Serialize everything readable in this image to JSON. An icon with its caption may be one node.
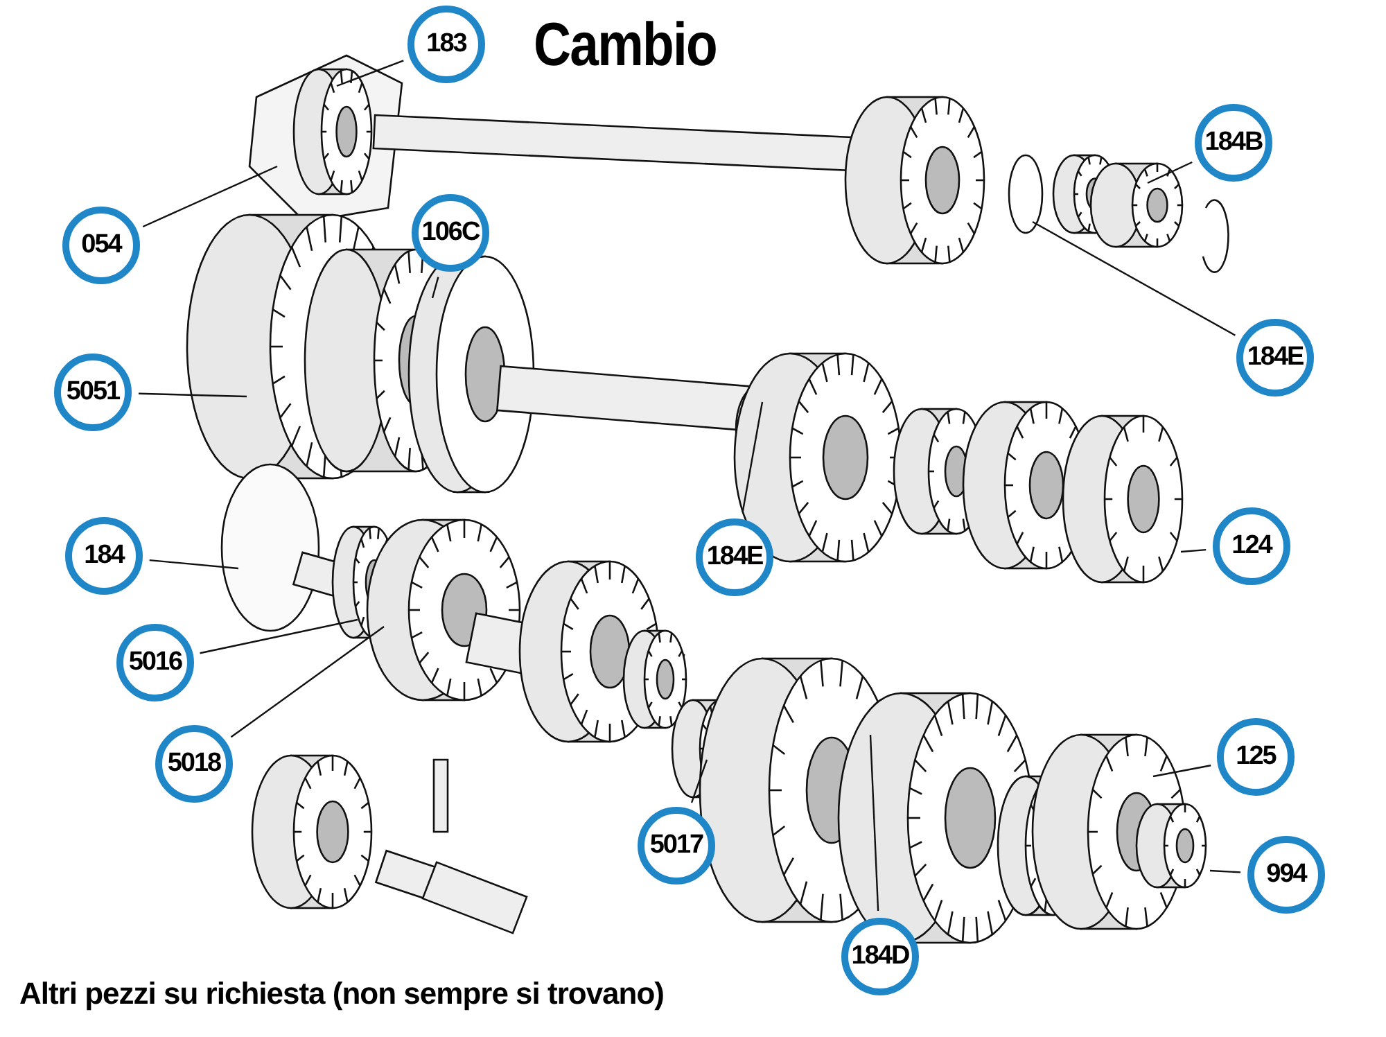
{
  "diagram": {
    "title": "Cambio",
    "nodes": [
      {
        "text": [
          "183"
        ]
      },
      {
        "text": [
          "054"
        ]
      },
      {
        "text": [
          "106C"
        ]
      },
      {
        "text": [
          "184B"
        ]
      },
      {
        "text": [
          "184E"
        ]
      },
      {
        "text": [
          "5051"
        ]
      },
      {
        "text": [
          "184E"
        ]
      },
      {
        "text": [
          "184"
        ]
      },
      {
        "text": [
          "124"
        ]
      },
      {
        "text": [
          "5016"
        ]
      },
      {
        "text": [
          "5018"
        ]
      },
      {
        "text": [
          "125"
        ]
      },
      {
        "text": [
          "5017"
        ]
      },
      {
        "text": [
          "994"
        ]
      },
      {
        "text": [
          "184D"
        ]
      }
    ],
    "edges": [
      {
        "from": 0,
        "to": null,
        "arrow": "none"
      },
      {
        "from": 1,
        "to": null,
        "arrow": "none"
      },
      {
        "from": 2,
        "to": null,
        "arrow": "none"
      },
      {
        "from": 3,
        "to": null,
        "arrow": "none"
      },
      {
        "from": 4,
        "to": null,
        "arrow": "none"
      },
      {
        "from": 5,
        "to": null,
        "arrow": "none"
      },
      {
        "from": 6,
        "to": null,
        "arrow": "none"
      },
      {
        "from": 7,
        "to": null,
        "arrow": "none"
      },
      {
        "from": 8,
        "to": null,
        "arrow": "none"
      },
      {
        "from": 9,
        "to": null,
        "arrow": "none"
      },
      {
        "from": 10,
        "to": null,
        "arrow": "none"
      },
      {
        "from": 11,
        "to": null,
        "arrow": "none"
      },
      {
        "from": 12,
        "to": null,
        "arrow": "none"
      },
      {
        "from": 13,
        "to": null,
        "arrow": "none"
      },
      {
        "from": 14,
        "to": null,
        "arrow": "none"
      }
    ],
    "labels": [
      "Altri pezzi su richiesta (non sempre si trovano)"
    ]
  }
}
